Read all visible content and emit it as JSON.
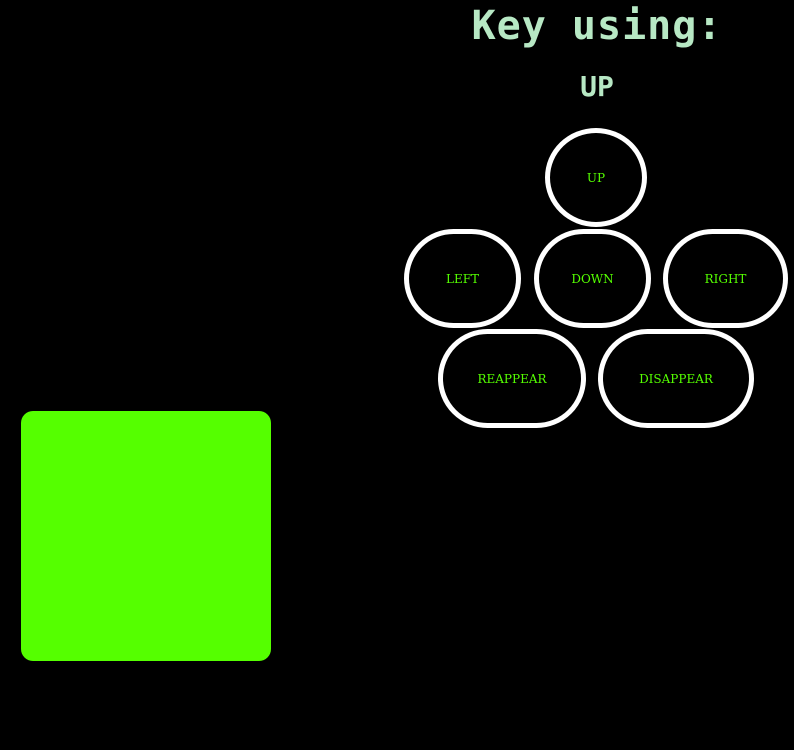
{
  "header": {
    "title": "Key using:",
    "current_key": "UP"
  },
  "controls": {
    "up": "UP",
    "left": "LEFT",
    "down": "DOWN",
    "right": "RIGHT",
    "reappear": "REAPPEAR",
    "disappear": "DISAPPEAR"
  },
  "colors": {
    "background": "#000000",
    "heading_text": "#b7e8c4",
    "button_border": "#ffffff",
    "button_text": "#55ff00",
    "square_fill": "#55ff00"
  }
}
